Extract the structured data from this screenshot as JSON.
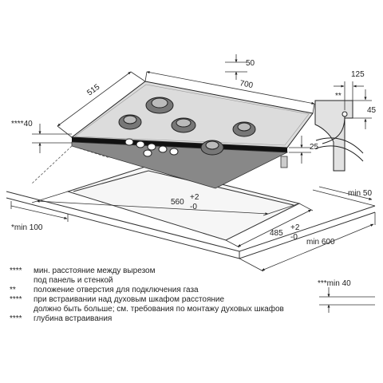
{
  "dimensions": {
    "depth_top": "515",
    "width_top": "700",
    "top_offset": "50",
    "front_gap": "****40",
    "cutout_width": "560",
    "cutout_width_tol_plus": "+2",
    "cutout_width_tol_minus": "-0",
    "cutout_depth": "485",
    "cutout_depth_tol_plus": "+2",
    "cutout_depth_tol_minus": "-0",
    "min_front": "*min 100",
    "min_right": "min 50",
    "min_depth": "min 600",
    "min_below": "***min 40",
    "side_top": "125",
    "side_height": "45",
    "side_marker": "**",
    "build_in_depth": "25"
  },
  "notes": [
    {
      "mark": "****",
      "lines": [
        "мин. расстояние между вырезом",
        "под панель и стенкой"
      ]
    },
    {
      "mark": "**",
      "lines": [
        "положение отверстия для подключения газа"
      ]
    },
    {
      "mark": "****",
      "lines": [
        "при встраивании над духовым шкафом расстояние",
        "должно быть больше; см. требования по монтажу духовых шкафов"
      ]
    },
    {
      "mark": "****",
      "lines": [
        "глубина встраивания"
      ]
    }
  ]
}
